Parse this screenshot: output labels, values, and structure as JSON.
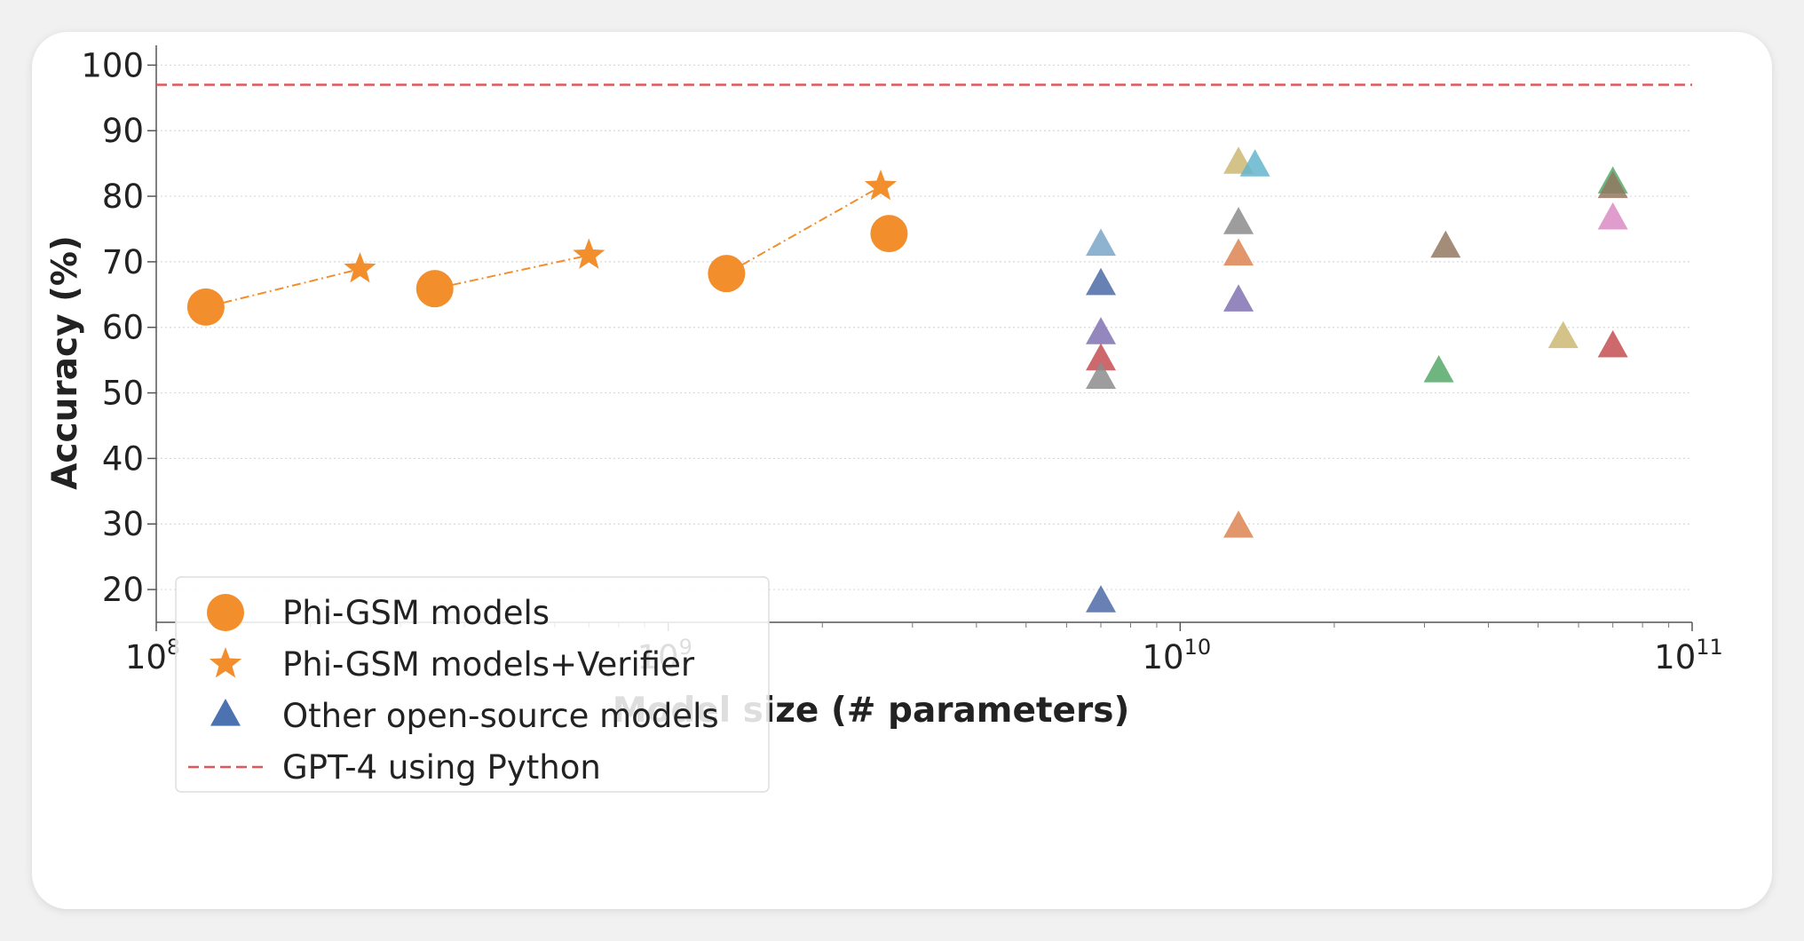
{
  "chart_data": {
    "type": "scatter",
    "title": "",
    "xlabel": "Model size (# parameters)",
    "ylabel": "Accuracy (%)",
    "x_scale": "log",
    "xlim": [
      100000000,
      100000000000
    ],
    "ylim": [
      15,
      101
    ],
    "x_ticks": [
      {
        "base": "10",
        "exp": "8",
        "value": 100000000
      },
      {
        "base": "10",
        "exp": "9",
        "value": 1000000000
      },
      {
        "base": "10",
        "exp": "10",
        "value": 10000000000
      },
      {
        "base": "10",
        "exp": "11",
        "value": 100000000000
      }
    ],
    "y_ticks": [
      20,
      30,
      40,
      50,
      60,
      70,
      80,
      90,
      100
    ],
    "grid": "horizontal",
    "legend": {
      "position": "lower-left",
      "entries": [
        {
          "label": "Phi-GSM models",
          "marker": "circle",
          "color": "#f28e2b"
        },
        {
          "label": "Phi-GSM models+Verifier",
          "marker": "star",
          "color": "#f28e2b"
        },
        {
          "label": "Other open-source models",
          "marker": "triangle",
          "color": "#4c72b0"
        },
        {
          "label": "GPT-4 using Python",
          "marker": "dashed-line",
          "color": "#e15759"
        }
      ]
    },
    "reference_line": {
      "label": "GPT-4 using Python",
      "y": 97.0,
      "color": "#e15759"
    },
    "phi_pairs": [
      {
        "base": {
          "x": 125000000,
          "y": 63.1
        },
        "verifier": {
          "x": 250000000,
          "y": 68.9
        }
      },
      {
        "base": {
          "x": 350000000,
          "y": 65.9
        },
        "verifier": {
          "x": 700000000,
          "y": 71.0
        }
      },
      {
        "base": {
          "x": 1300000000,
          "y": 68.2
        },
        "verifier": {
          "x": 2600000000,
          "y": 81.5
        }
      }
    ],
    "phi_standalone": [
      {
        "x": 2700000000,
        "y": 74.3
      }
    ],
    "others": [
      {
        "x": 7000000000,
        "y": 72.5,
        "color": "#7aa6c8"
      },
      {
        "x": 7000000000,
        "y": 66.5,
        "color": "#4c6ba8"
      },
      {
        "x": 7000000000,
        "y": 59.0,
        "color": "#8172b3"
      },
      {
        "x": 7000000000,
        "y": 55.0,
        "color": "#c44e52"
      },
      {
        "x": 7000000000,
        "y": 52.2,
        "color": "#8c8c8c"
      },
      {
        "x": 7000000000,
        "y": 18.1,
        "color": "#4c6ba8"
      },
      {
        "x": 13000000000,
        "y": 85.0,
        "color": "#ccb974"
      },
      {
        "x": 14000000000,
        "y": 84.6,
        "color": "#64b5cd"
      },
      {
        "x": 13000000000,
        "y": 75.8,
        "color": "#8c8c8c"
      },
      {
        "x": 13000000000,
        "y": 71.0,
        "color": "#dd8452"
      },
      {
        "x": 13000000000,
        "y": 64.0,
        "color": "#8172b3"
      },
      {
        "x": 13000000000,
        "y": 29.5,
        "color": "#dd8452"
      },
      {
        "x": 33000000000,
        "y": 72.2,
        "color": "#937860"
      },
      {
        "x": 32000000000,
        "y": 53.2,
        "color": "#55a868"
      },
      {
        "x": 56000000000,
        "y": 58.4,
        "color": "#ccb974"
      },
      {
        "x": 70000000000,
        "y": 82.0,
        "color": "#55a868"
      },
      {
        "x": 70000000000,
        "y": 81.3,
        "color": "#937860"
      },
      {
        "x": 70000000000,
        "y": 76.5,
        "color": "#da8bc3"
      },
      {
        "x": 70000000000,
        "y": 57.0,
        "color": "#c44e52"
      }
    ]
  }
}
